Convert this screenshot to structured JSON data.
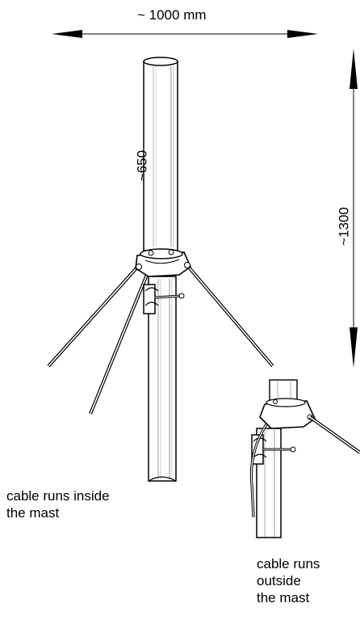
{
  "dimensions": {
    "width_label": "~ 1000 mm",
    "height_label": "~1300",
    "upper_label": "~650"
  },
  "captions": {
    "inside": "cable runs inside\nthe mast",
    "outside": "cable runs\noutside\nthe mast"
  },
  "colors": {
    "ink": "#000000",
    "background": "#ffffff"
  }
}
